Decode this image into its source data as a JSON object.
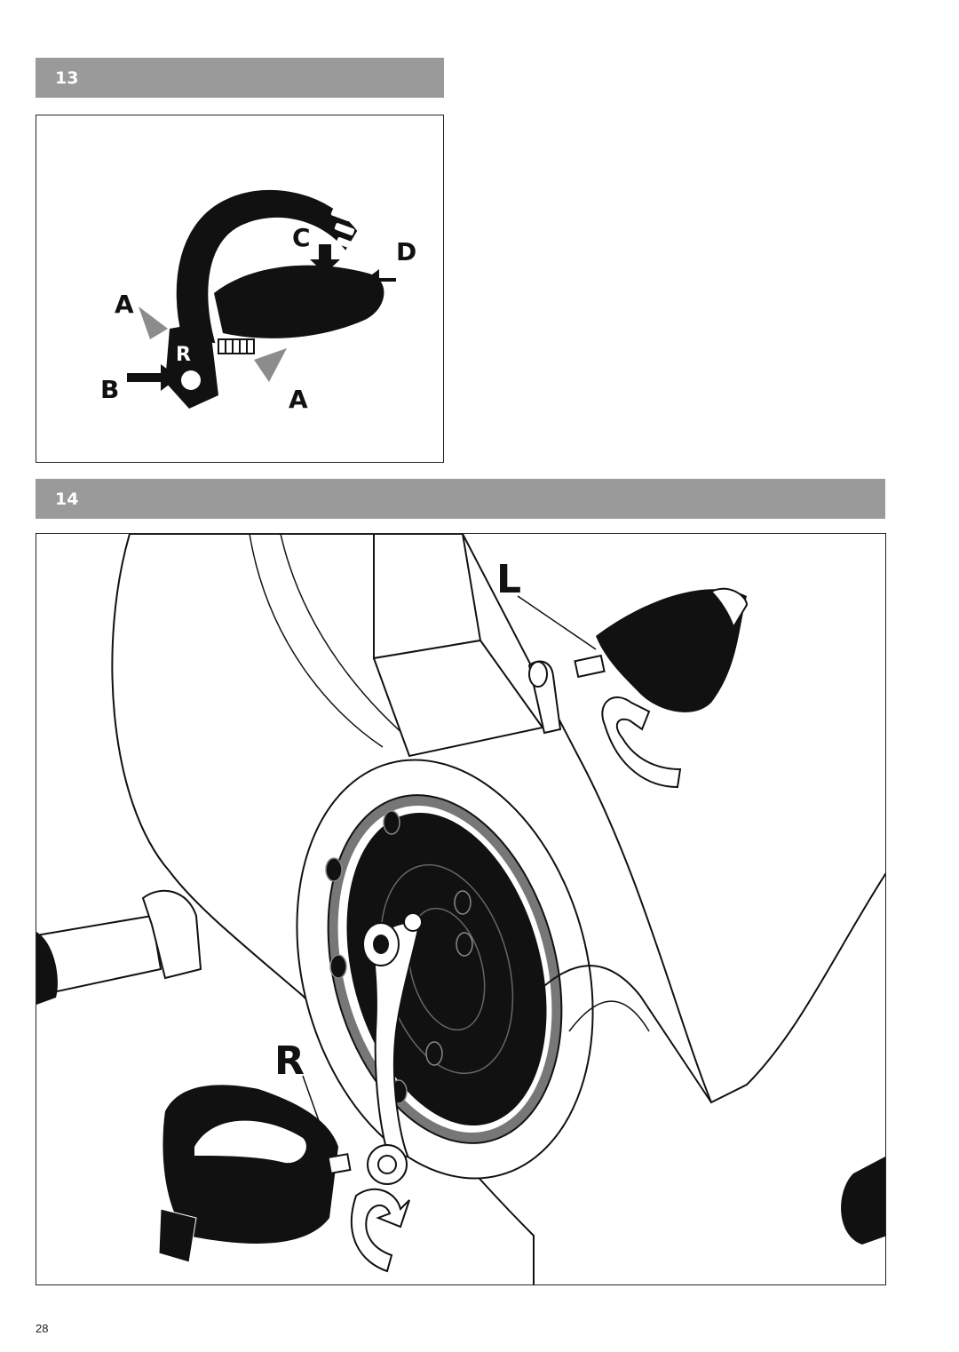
{
  "steps": [
    {
      "number": "13",
      "labels": {
        "a_top": "A",
        "a_bottom": "A",
        "b": "B",
        "c": "C",
        "d": "D",
        "pedal_mark": "R"
      }
    },
    {
      "number": "14",
      "labels": {
        "left": "L",
        "right": "R"
      }
    }
  ],
  "page_number": "28",
  "colors": {
    "bar": "#9a9a9a",
    "ink": "#111111",
    "frame_gray": "#e6e6e6",
    "arrow_gray": "#8c8c8c"
  }
}
